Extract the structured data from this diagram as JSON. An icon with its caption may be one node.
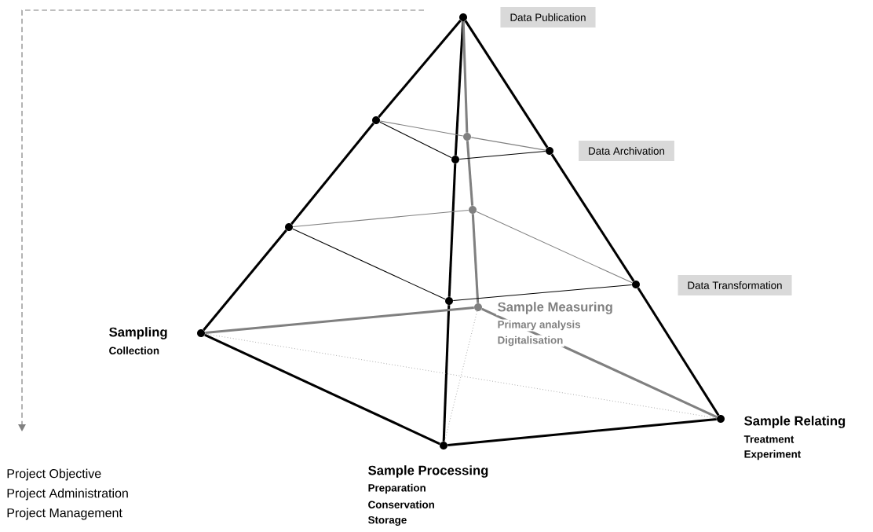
{
  "diagram": {
    "nodes": [
      {
        "text": [],
        "shape": "circle"
      },
      {
        "text": [],
        "shape": "circle"
      },
      {
        "text": [],
        "shape": "circle"
      },
      {
        "text": [],
        "shape": "circle"
      },
      {
        "text": [],
        "shape": "circle"
      },
      {
        "text": [],
        "shape": "circle"
      },
      {
        "text": [],
        "shape": "circle"
      },
      {
        "text": [],
        "shape": "circle"
      },
      {
        "text": [],
        "shape": "circle"
      },
      {
        "text": [],
        "shape": "circle",
        "beside": [
          "Sampling",
          "Collection"
        ]
      },
      {
        "text": [],
        "shape": "circle",
        "beside": [
          "Sample Measuring",
          "Primary analysis",
          "Digitalisation"
        ]
      },
      {
        "text": [],
        "shape": "circle",
        "beside": [
          "Sample Processing",
          "Preparation",
          "Conservation",
          "Storage"
        ]
      },
      {
        "text": [],
        "shape": "circle",
        "beside": [
          "Sample Relating",
          "Treatment",
          "Experiment"
        ]
      },
      {
        "text": [
          "Data Publication"
        ]
      },
      {
        "text": [
          "Data Archivation"
        ]
      },
      {
        "text": [
          "Data Transformation"
        ]
      }
    ],
    "edges": [
      {
        "from": 0,
        "to": 1,
        "arrow": "none"
      },
      {
        "from": 1,
        "to": 5,
        "arrow": "none"
      },
      {
        "from": 5,
        "to": 9,
        "arrow": "none"
      },
      {
        "from": 0,
        "to": 2,
        "arrow": "none"
      },
      {
        "from": 2,
        "to": 7,
        "arrow": "none"
      },
      {
        "from": 7,
        "to": 11,
        "arrow": "none"
      },
      {
        "from": 0,
        "to": 4,
        "arrow": "none"
      },
      {
        "from": 4,
        "to": 8,
        "arrow": "none"
      },
      {
        "from": 8,
        "to": 12,
        "arrow": "none"
      },
      {
        "from": 0,
        "to": 3,
        "arrow": "none",
        "color": "#808080"
      },
      {
        "from": 3,
        "to": 6,
        "arrow": "none",
        "color": "#808080"
      },
      {
        "from": 6,
        "to": 10,
        "arrow": "none",
        "color": "#808080"
      },
      {
        "from": 9,
        "to": 11,
        "arrow": "none"
      },
      {
        "from": 11,
        "to": 12,
        "arrow": "none"
      },
      {
        "from": 9,
        "to": 10,
        "arrow": "none",
        "color": "#808080"
      },
      {
        "from": 10,
        "to": 12,
        "arrow": "none",
        "color": "#808080"
      },
      {
        "from": 9,
        "to": 12,
        "arrow": "none",
        "style": "dashed",
        "color": "#a0a0a0"
      },
      {
        "from": 10,
        "to": 11,
        "arrow": "none",
        "style": "dashed",
        "color": "#a0a0a0"
      },
      {
        "from": 1,
        "to": 3,
        "arrow": "none",
        "color": "#808080"
      },
      {
        "from": 3,
        "to": 4,
        "arrow": "none",
        "color": "#808080"
      },
      {
        "from": 1,
        "to": 2,
        "arrow": "none"
      },
      {
        "from": 2,
        "to": 4,
        "arrow": "none"
      },
      {
        "from": 5,
        "to": 6,
        "arrow": "none",
        "color": "#808080"
      },
      {
        "from": 6,
        "to": 8,
        "arrow": "none",
        "color": "#808080"
      },
      {
        "from": 5,
        "to": 7,
        "arrow": "none"
      },
      {
        "from": 7,
        "to": 8,
        "arrow": "none"
      }
    ],
    "labels": [
      "Project Objective",
      "Project Administration",
      "Project Management"
    ]
  }
}
